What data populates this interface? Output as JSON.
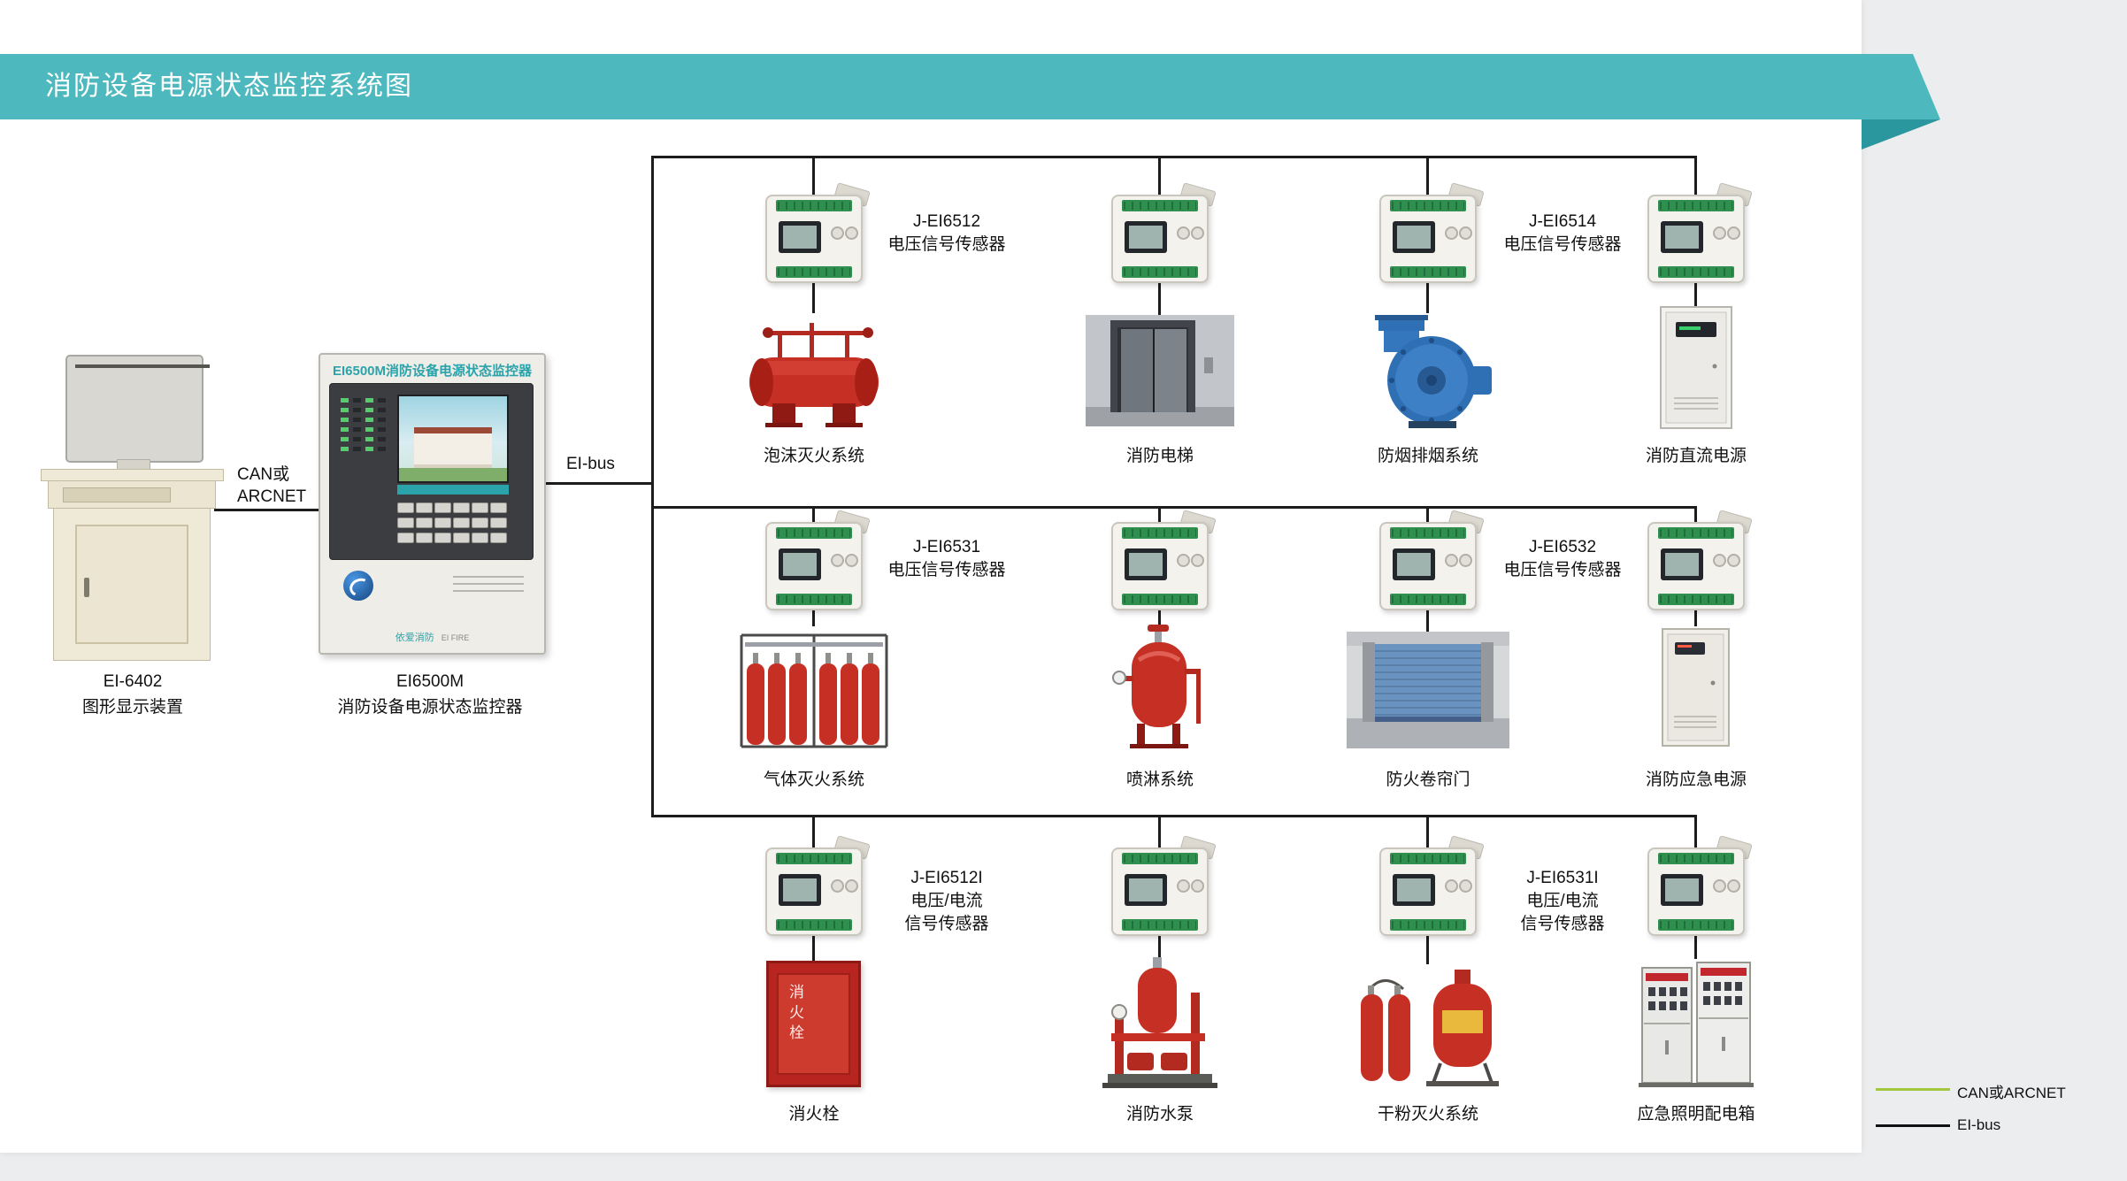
{
  "title": "消防设备电源状态监控系统图",
  "workstation": {
    "model": "EI-6402",
    "name": "图形显示装置"
  },
  "controller": {
    "header": "EI6500M消防设备电源状态监控器",
    "brand_cn": "依爱消防",
    "brand_en": "EI FIRE",
    "model": "EI6500M",
    "name": "消防设备电源状态监控器"
  },
  "links": {
    "can_line1": "CAN或",
    "can_line2": "ARCNET",
    "eibus": "EI-bus"
  },
  "sensor_labels": {
    "r1_left": [
      "J-EI6512",
      "电压信号传感器"
    ],
    "r1_right": [
      "J-EI6514",
      "电压信号传感器"
    ],
    "r2_left": [
      "J-EI6531",
      "电压信号传感器"
    ],
    "r2_right": [
      "J-EI6532",
      "电压信号传感器"
    ],
    "r3_left": [
      "J-EI6512I",
      "电压/电流",
      "信号传感器"
    ],
    "r3_right": [
      "J-EI6531I",
      "电压/电流",
      "信号传感器"
    ]
  },
  "equipment": {
    "row1": [
      "泡沫灭火系统",
      "消防电梯",
      "防烟排烟系统",
      "消防直流电源"
    ],
    "row2": [
      "气体灭火系统",
      "喷淋系统",
      "防火卷帘门",
      "消防应急电源"
    ],
    "row3": [
      "消火栓",
      "消防水泵",
      "干粉灭火系统",
      "应急照明配电箱"
    ]
  },
  "hydrant_door_text": "消火栓",
  "legend": [
    {
      "label": "CAN或ARCNET",
      "color": "#a3c83e"
    },
    {
      "label": "EI-bus",
      "color": "#111111"
    }
  ],
  "colors": {
    "banner": "#4db9be",
    "banner_fold": "#2a969d",
    "wire": "#1c1c1c"
  }
}
